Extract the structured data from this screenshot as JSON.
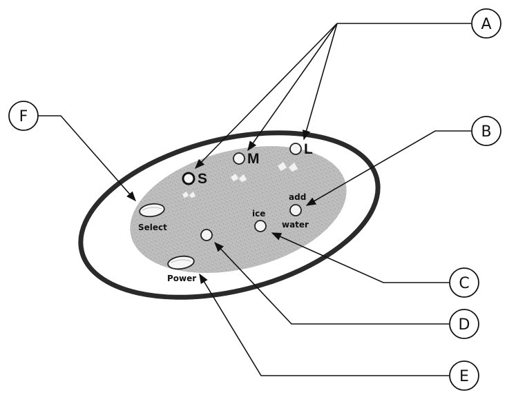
{
  "callouts": {
    "a": "A",
    "b": "B",
    "c": "C",
    "d": "D",
    "e": "E",
    "f": "F"
  },
  "panel": {
    "size_small": "S",
    "size_medium": "M",
    "size_large": "L",
    "ice_label": "ice",
    "add_label": "add",
    "water_label": "water",
    "select_label": "Select",
    "power_label": "Power"
  },
  "colors": {
    "panel_fill": "#b9b9b9",
    "bezel_stroke": "#2a2a2a",
    "indicator_fill": "#f4f4f4"
  }
}
